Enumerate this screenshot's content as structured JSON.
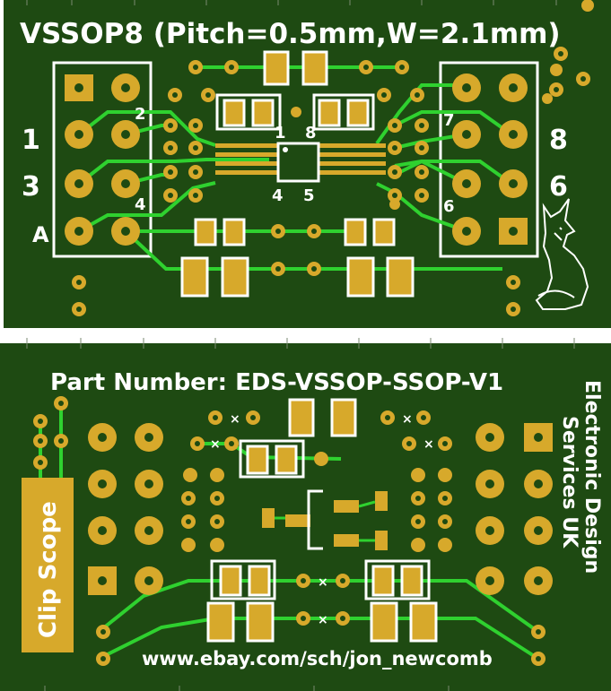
{
  "top_board": {
    "title": "VSSOP8 (Pitch=0.5mm,W=2.1mm)",
    "left_header": {
      "pin_1": "1",
      "pin_3": "3",
      "pin_a": "A",
      "pin_2": "2",
      "pin_4": "4"
    },
    "right_header": {
      "pin_8": "8",
      "pin_6": "6",
      "pin_7": "7",
      "pin_6_small": "6"
    },
    "ic_pins": {
      "pin_1": "1",
      "pin_8": "8",
      "pin_4": "4",
      "pin_5": "5"
    }
  },
  "bottom_board": {
    "part_number": "Part Number:  EDS-VSSOP-SSOP-V1",
    "company": "Electronic Design",
    "company_line2": "Services UK",
    "clip_scope": "Clip Scope",
    "website": "www.ebay.com/sch/jon_newcomb",
    "x_marks": [
      "×",
      "×",
      "×",
      "×",
      "×",
      "×"
    ]
  },
  "colors": {
    "board_green": "#1e4a12",
    "trace_green": "#2fd12f",
    "pad_gold": "#d7a92b",
    "silk_white": "#ffffff"
  }
}
